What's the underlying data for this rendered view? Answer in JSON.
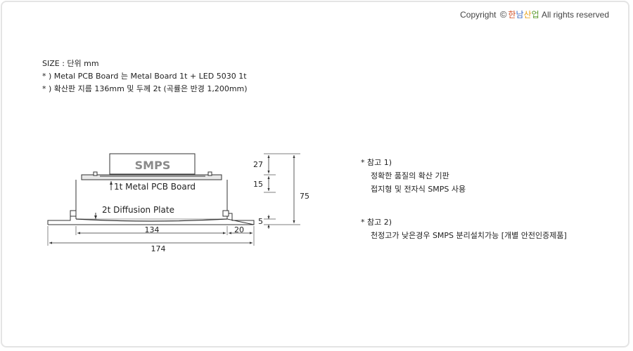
{
  "copyright": {
    "prefix": "Copyright",
    "symbol": "©",
    "brand": [
      "한",
      "남",
      "산",
      "업"
    ],
    "suffix": "All rights reserved"
  },
  "notes": [
    "SIZE : 단위 mm",
    "* ) Metal PCB Board 는 Metal Board 1t + LED 5030 1t",
    "* ) 확산판 지름 136mm 및 두께 2t (곡률은 반경 1,200mm)"
  ],
  "diagram": {
    "smps_label": "SMPS",
    "pcb_label": "1t Metal PCB Board",
    "plate_label": "2t Diffusion Plate",
    "dims": {
      "d27": "27",
      "d15": "15",
      "d75": "75",
      "d5": "5",
      "d134": "134",
      "d20": "20",
      "d174": "174"
    }
  },
  "refs": [
    {
      "head": "* 참고 1)",
      "lines": [
        "정확한 품질의 확산 기판",
        "접지형 및 전자식 SMPS 사용"
      ]
    },
    {
      "head": "* 참고 2)",
      "lines": [
        "천정고가 낮은경우 SMPS 분리설치가능 [개별 안전인증제품]"
      ]
    }
  ],
  "colors": {
    "brand_1": "#d04f27",
    "brand_2": "#3f6dc5",
    "brand_3": "#e7a21a",
    "brand_4": "#5a9a2c"
  }
}
